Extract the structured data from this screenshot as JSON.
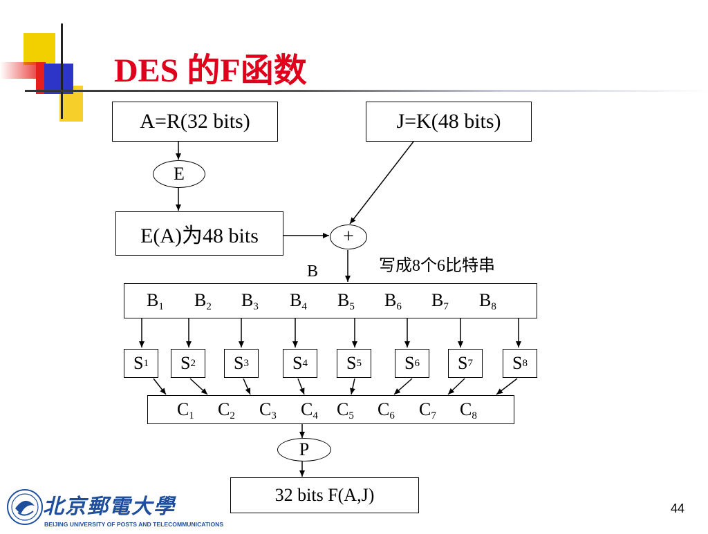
{
  "slide": {
    "title": "DES 的F函数",
    "page_number": "44"
  },
  "diagram": {
    "input_a": "A=R(32 bits)",
    "input_j": "J=K(48 bits)",
    "expansion": "E",
    "expanded": "E(A)为48 bits",
    "xor": "+",
    "note": "写成8个6比特串",
    "b_label": "B",
    "b_blocks": [
      {
        "base": "B",
        "sub": "1"
      },
      {
        "base": "B",
        "sub": "2"
      },
      {
        "base": "B",
        "sub": "3"
      },
      {
        "base": "B",
        "sub": "4"
      },
      {
        "base": "B",
        "sub": "5"
      },
      {
        "base": "B",
        "sub": "6"
      },
      {
        "base": "B",
        "sub": "7"
      },
      {
        "base": "B",
        "sub": "8"
      }
    ],
    "s_boxes": [
      {
        "base": "S",
        "sub": "1"
      },
      {
        "base": "S",
        "sub": "2"
      },
      {
        "base": "S",
        "sub": "3"
      },
      {
        "base": "S",
        "sub": "4"
      },
      {
        "base": "S",
        "sub": "5"
      },
      {
        "base": "S",
        "sub": "6"
      },
      {
        "base": "S",
        "sub": "7"
      },
      {
        "base": "S",
        "sub": "8"
      }
    ],
    "c_blocks": [
      {
        "base": "C",
        "sub": "1"
      },
      {
        "base": "C",
        "sub": "2"
      },
      {
        "base": "C",
        "sub": "3"
      },
      {
        "base": "C",
        "sub": "4"
      },
      {
        "base": "C",
        "sub": "5"
      },
      {
        "base": "C",
        "sub": "6"
      },
      {
        "base": "C",
        "sub": "7"
      },
      {
        "base": "C",
        "sub": "8"
      }
    ],
    "permutation": "P",
    "output": "32 bits F(A,J)"
  },
  "logo": {
    "chinese_name": "北京郵電大學",
    "english_name": "BEIJING UNIVERSITY OF POSTS AND TELECOMMUNICATIONS"
  },
  "colors": {
    "title": "#e0001b",
    "logo_blue": "#1f4e9c"
  }
}
